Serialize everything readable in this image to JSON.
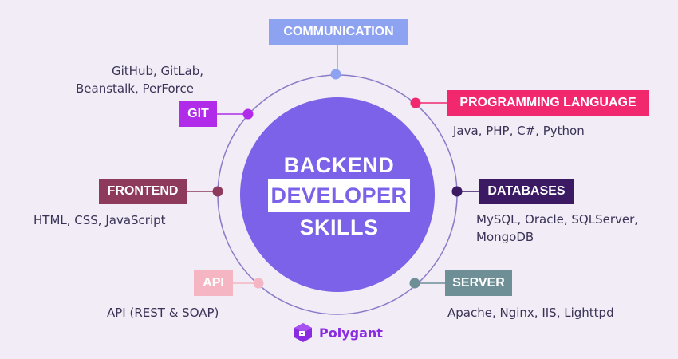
{
  "center": {
    "line1": "BACKEND",
    "line2": "DEVELOPER",
    "line3": "SKILLS"
  },
  "nodes": {
    "communication": {
      "label": "COMMUNICATION",
      "color": "#8ea2f2"
    },
    "git": {
      "label": "GIT",
      "color": "#b02ce8",
      "desc_line1": "GitHub, GitLab,",
      "desc_line2": "Beanstalk, PerForce"
    },
    "programming": {
      "label": "PROGRAMMING LANGUAGE",
      "color": "#f2286f",
      "desc": "Java, PHP, C#, Python"
    },
    "frontend": {
      "label": "FRONTEND",
      "color": "#8e3a5c",
      "desc": "HTML, CSS, JavaScript"
    },
    "databases": {
      "label": "DATABASES",
      "color": "#3b1a63",
      "desc_line1": "MySQL, Oracle, SQLServer,",
      "desc_line2": "MongoDB"
    },
    "api": {
      "label": "API",
      "color": "#f6b5c3",
      "desc": "API (REST & SOAP)"
    },
    "server": {
      "label": "SERVER",
      "color": "#6e8f96",
      "desc": "Apache, Nginx, IIS, Lighttpd"
    }
  },
  "brand": {
    "name": "Polygant",
    "color": "#8a2be2"
  },
  "colors": {
    "background": "#f1ecf5",
    "center_circle": "#7b62e8",
    "ring": "#8a7bc8"
  }
}
